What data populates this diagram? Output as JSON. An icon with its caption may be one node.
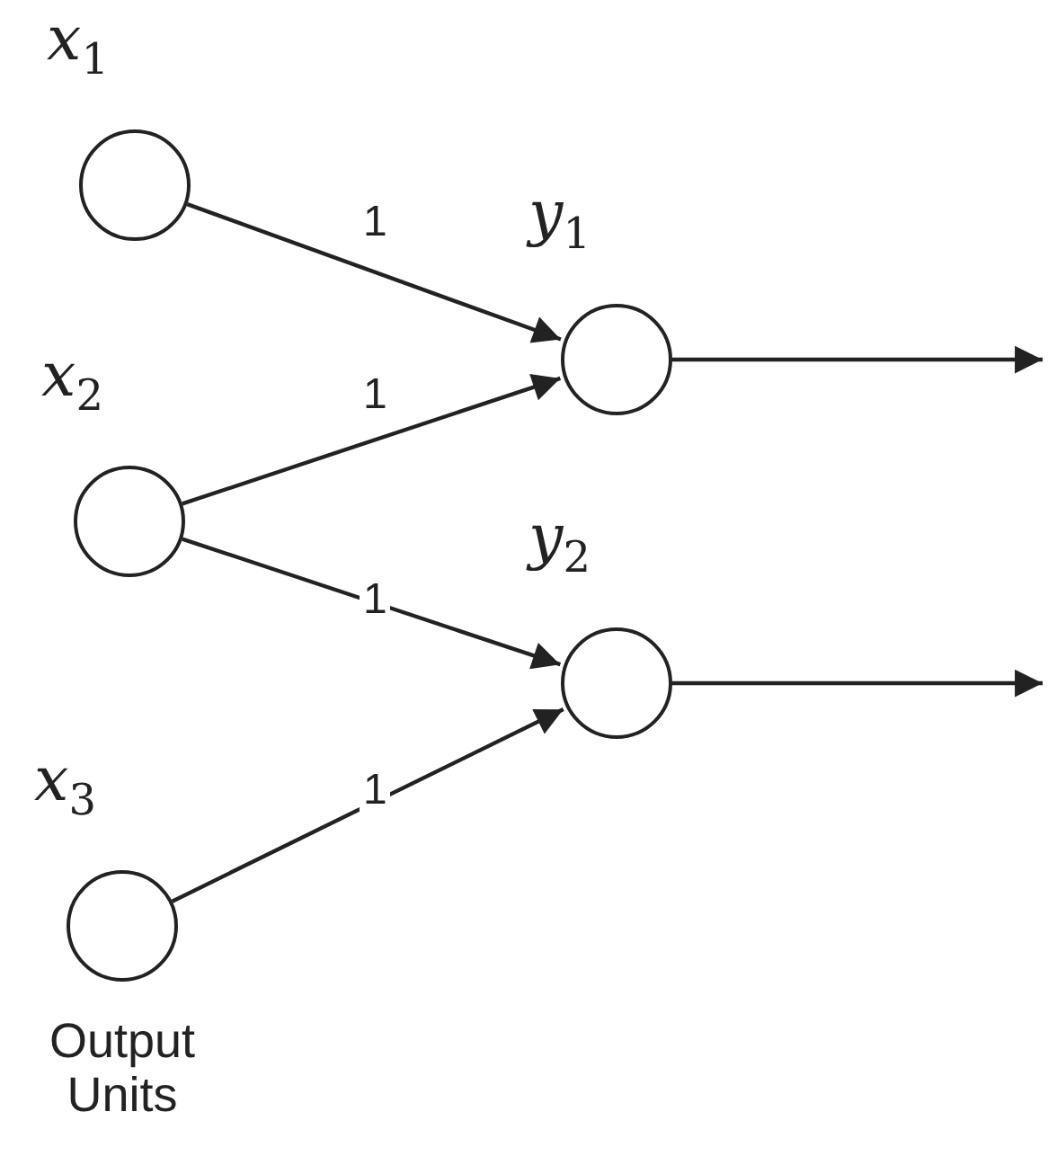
{
  "diagram": {
    "nodes": [
      {
        "text": [
          "*x*$_{1}$"
        ]
      },
      {
        "text": [
          "*x*$_{2}$"
        ]
      },
      {
        "text": [
          "*x*$_{3}$"
        ]
      },
      {
        "text": [
          "*y*$_{1}$"
        ]
      },
      {
        "text": [
          "*y*$_{2}$"
        ]
      }
    ],
    "edges": [
      {
        "from": 0,
        "to": 3,
        "arrow": "to",
        "label": "1"
      },
      {
        "from": 1,
        "to": 3,
        "arrow": "to",
        "label": "1"
      },
      {
        "from": 1,
        "to": 4,
        "arrow": "to",
        "label": "1"
      },
      {
        "from": 2,
        "to": 4,
        "arrow": "to",
        "label": "1"
      },
      {
        "from": 3,
        "to": null,
        "arrow": "to"
      },
      {
        "from": 4,
        "to": null,
        "arrow": "to"
      }
    ],
    "labels": [
      "Output Units"
    ]
  }
}
